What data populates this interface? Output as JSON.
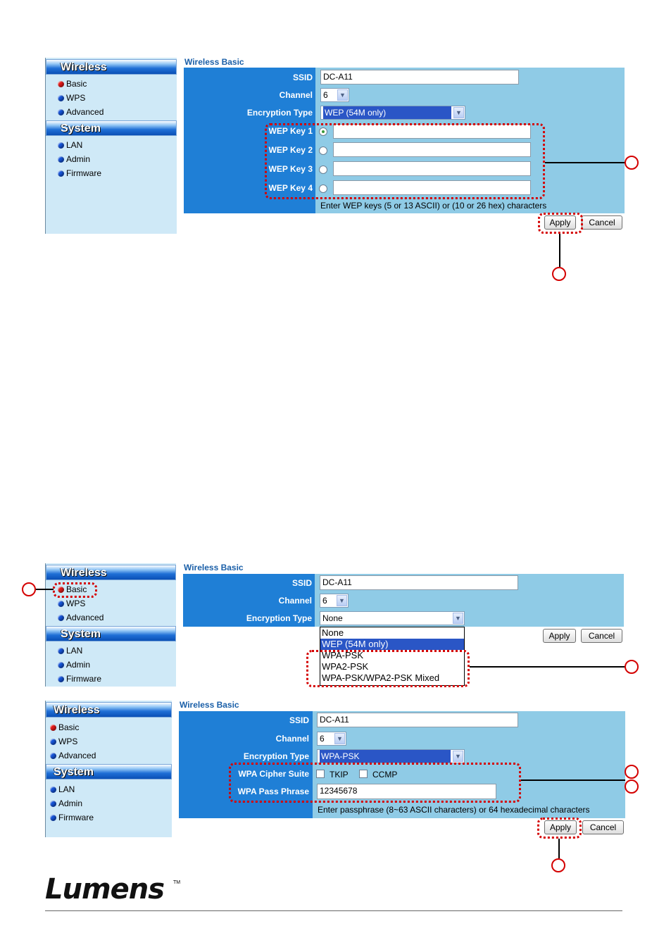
{
  "sidebar": {
    "wireless_header": "Wireless",
    "system_header": "System",
    "items": {
      "basic": "Basic",
      "wps": "WPS",
      "advanced": "Advanced",
      "lan": "LAN",
      "admin": "Admin",
      "firmware": "Firmware"
    }
  },
  "panel_title": "Wireless Basic",
  "labels": {
    "ssid": "SSID",
    "channel": "Channel",
    "encryption": "Encryption Type",
    "wep_key_1": "WEP Key 1",
    "wep_key_2": "WEP Key 2",
    "wep_key_3": "WEP Key 3",
    "wep_key_4": "WEP Key 4",
    "wpa_cipher": "WPA Cipher Suite",
    "wpa_pass": "WPA Pass Phrase"
  },
  "values": {
    "ssid": "DC-A11",
    "channel": "6",
    "encryption_wep": "WEP (54M only)",
    "encryption_none": "None",
    "encryption_wpa": "WPA-PSK",
    "pass_phrase": "12345678"
  },
  "cipher_options": {
    "tkip": "TKIP",
    "ccmp": "CCMP"
  },
  "encryption_options": [
    "None",
    "WEP (54M only)",
    "WPA-PSK",
    "WPA2-PSK",
    "WPA-PSK/WPA2-PSK Mixed"
  ],
  "notes": {
    "wep": "Enter WEP keys (5 or 13 ASCII) or (10 or 26 hex) characters",
    "wpa": "Enter passphrase (8~63 ASCII characters) or 64 hexadecimal characters"
  },
  "buttons": {
    "apply": "Apply",
    "cancel": "Cancel"
  },
  "logo": {
    "text": "Lumens",
    "tm": "TM"
  },
  "colors": {
    "panel_bg": "#8fcbe6",
    "label_bg": "#1f7fd6",
    "sidebar_bg": "#cfe9f7",
    "callout": "#d40000"
  }
}
